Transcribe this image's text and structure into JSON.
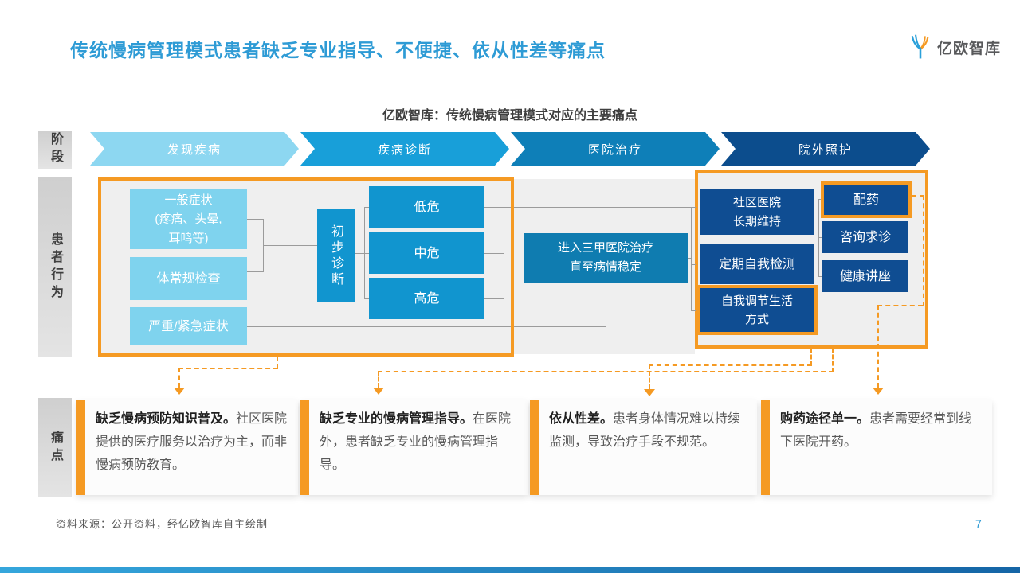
{
  "header": {
    "title": "传统慢病管理模式患者缺乏专业指导、不便捷、依从性差等痛点",
    "subtitle": "亿欧智库：传统慢病管理模式对应的主要痛点",
    "logo_text": "亿欧智库"
  },
  "sidebar": {
    "stage": "阶段",
    "behavior": "患者行为",
    "pain": "痛点"
  },
  "stages": [
    {
      "label": "发现疾病",
      "color": "#8DD7F1"
    },
    {
      "label": "疾病诊断",
      "color": "#189FD9"
    },
    {
      "label": "医院治疗",
      "color": "#0E7FB8"
    },
    {
      "label": "院外照护",
      "color": "#0C4D8D"
    }
  ],
  "flow": {
    "general_symptoms": "一般症状\n(疼痛、头晕,\n耳鸣等)",
    "routine_check": "体常规检查",
    "severe_symptoms": "严重/紧急症状",
    "initial_diagnosis": "初步诊断",
    "low_risk": "低危",
    "mid_risk": "中危",
    "high_risk": "高危",
    "tertiary_treatment": "进入三甲医院治疗\n直至病情稳定",
    "community_maintain": "社区医院\n长期维持",
    "self_test": "定期自我检测",
    "self_adjust": "自我调节生活\n方式",
    "dispense_medicine": "配药",
    "consult": "咨询求诊",
    "health_lecture": "健康讲座"
  },
  "pain_points": [
    {
      "title": "缺乏慢病预防知识普及。",
      "desc": "社区医院提供的医疗服务以治疗为主，而非慢病预防教育。"
    },
    {
      "title": "缺乏专业的慢病管理指导。",
      "desc": "在医院外，患者缺乏专业的慢病管理指导。"
    },
    {
      "title": "依从性差。",
      "desc": "患者身体情况难以持续监测，导致治疗手段不规范。"
    },
    {
      "title": "购药途径单一。",
      "desc": "患者需要经常到线下医院开药。"
    }
  ],
  "footer": {
    "source": "资料来源：公开资料，经亿欧智库自主绘制",
    "page_number": "7"
  },
  "colors": {
    "accent_orange": "#F59A23",
    "title_blue": "#2E9BD5",
    "box_light_blue": "#7FD3EE",
    "box_blue": "#1195CF",
    "box_teal": "#0F7CB0",
    "box_navy": "#0F4D92",
    "connector_gray": "#9B9B9B"
  }
}
